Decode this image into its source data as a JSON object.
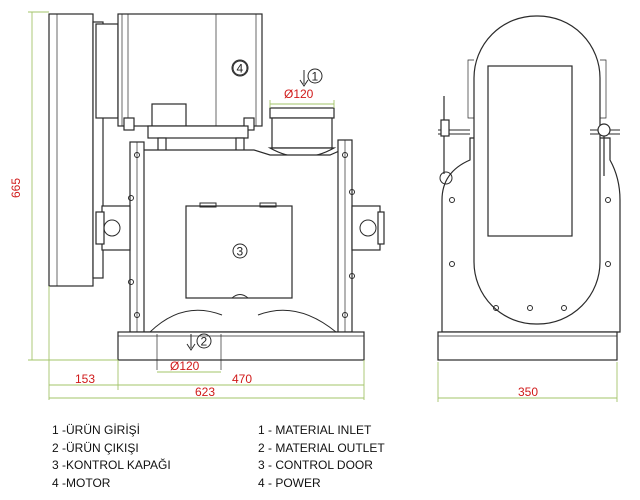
{
  "dimensions": {
    "height_total": "665",
    "width_pulley": "153",
    "width_body": "470",
    "width_total": "623",
    "depth_total": "350",
    "inlet_diameter": "Ø120",
    "outlet_diameter": "Ø120"
  },
  "markers": {
    "inlet": "1",
    "outlet": "2",
    "control_door": "3",
    "motor": "4"
  },
  "legend_tr": [
    "1 -ÜRÜN GİRİŞİ",
    "2 -ÜRÜN ÇIKIŞI",
    "3 -KONTROL KAPAĞI",
    "4 -MOTOR"
  ],
  "legend_en": [
    "1 - MATERIAL INLET",
    "2 - MATERIAL OUTLET",
    "3 - CONTROL DOOR",
    "4 - POWER"
  ],
  "colors": {
    "line": "#2a2a2a",
    "dimension_line": "#a3c46a",
    "dimension_text": "#d01a1a"
  }
}
